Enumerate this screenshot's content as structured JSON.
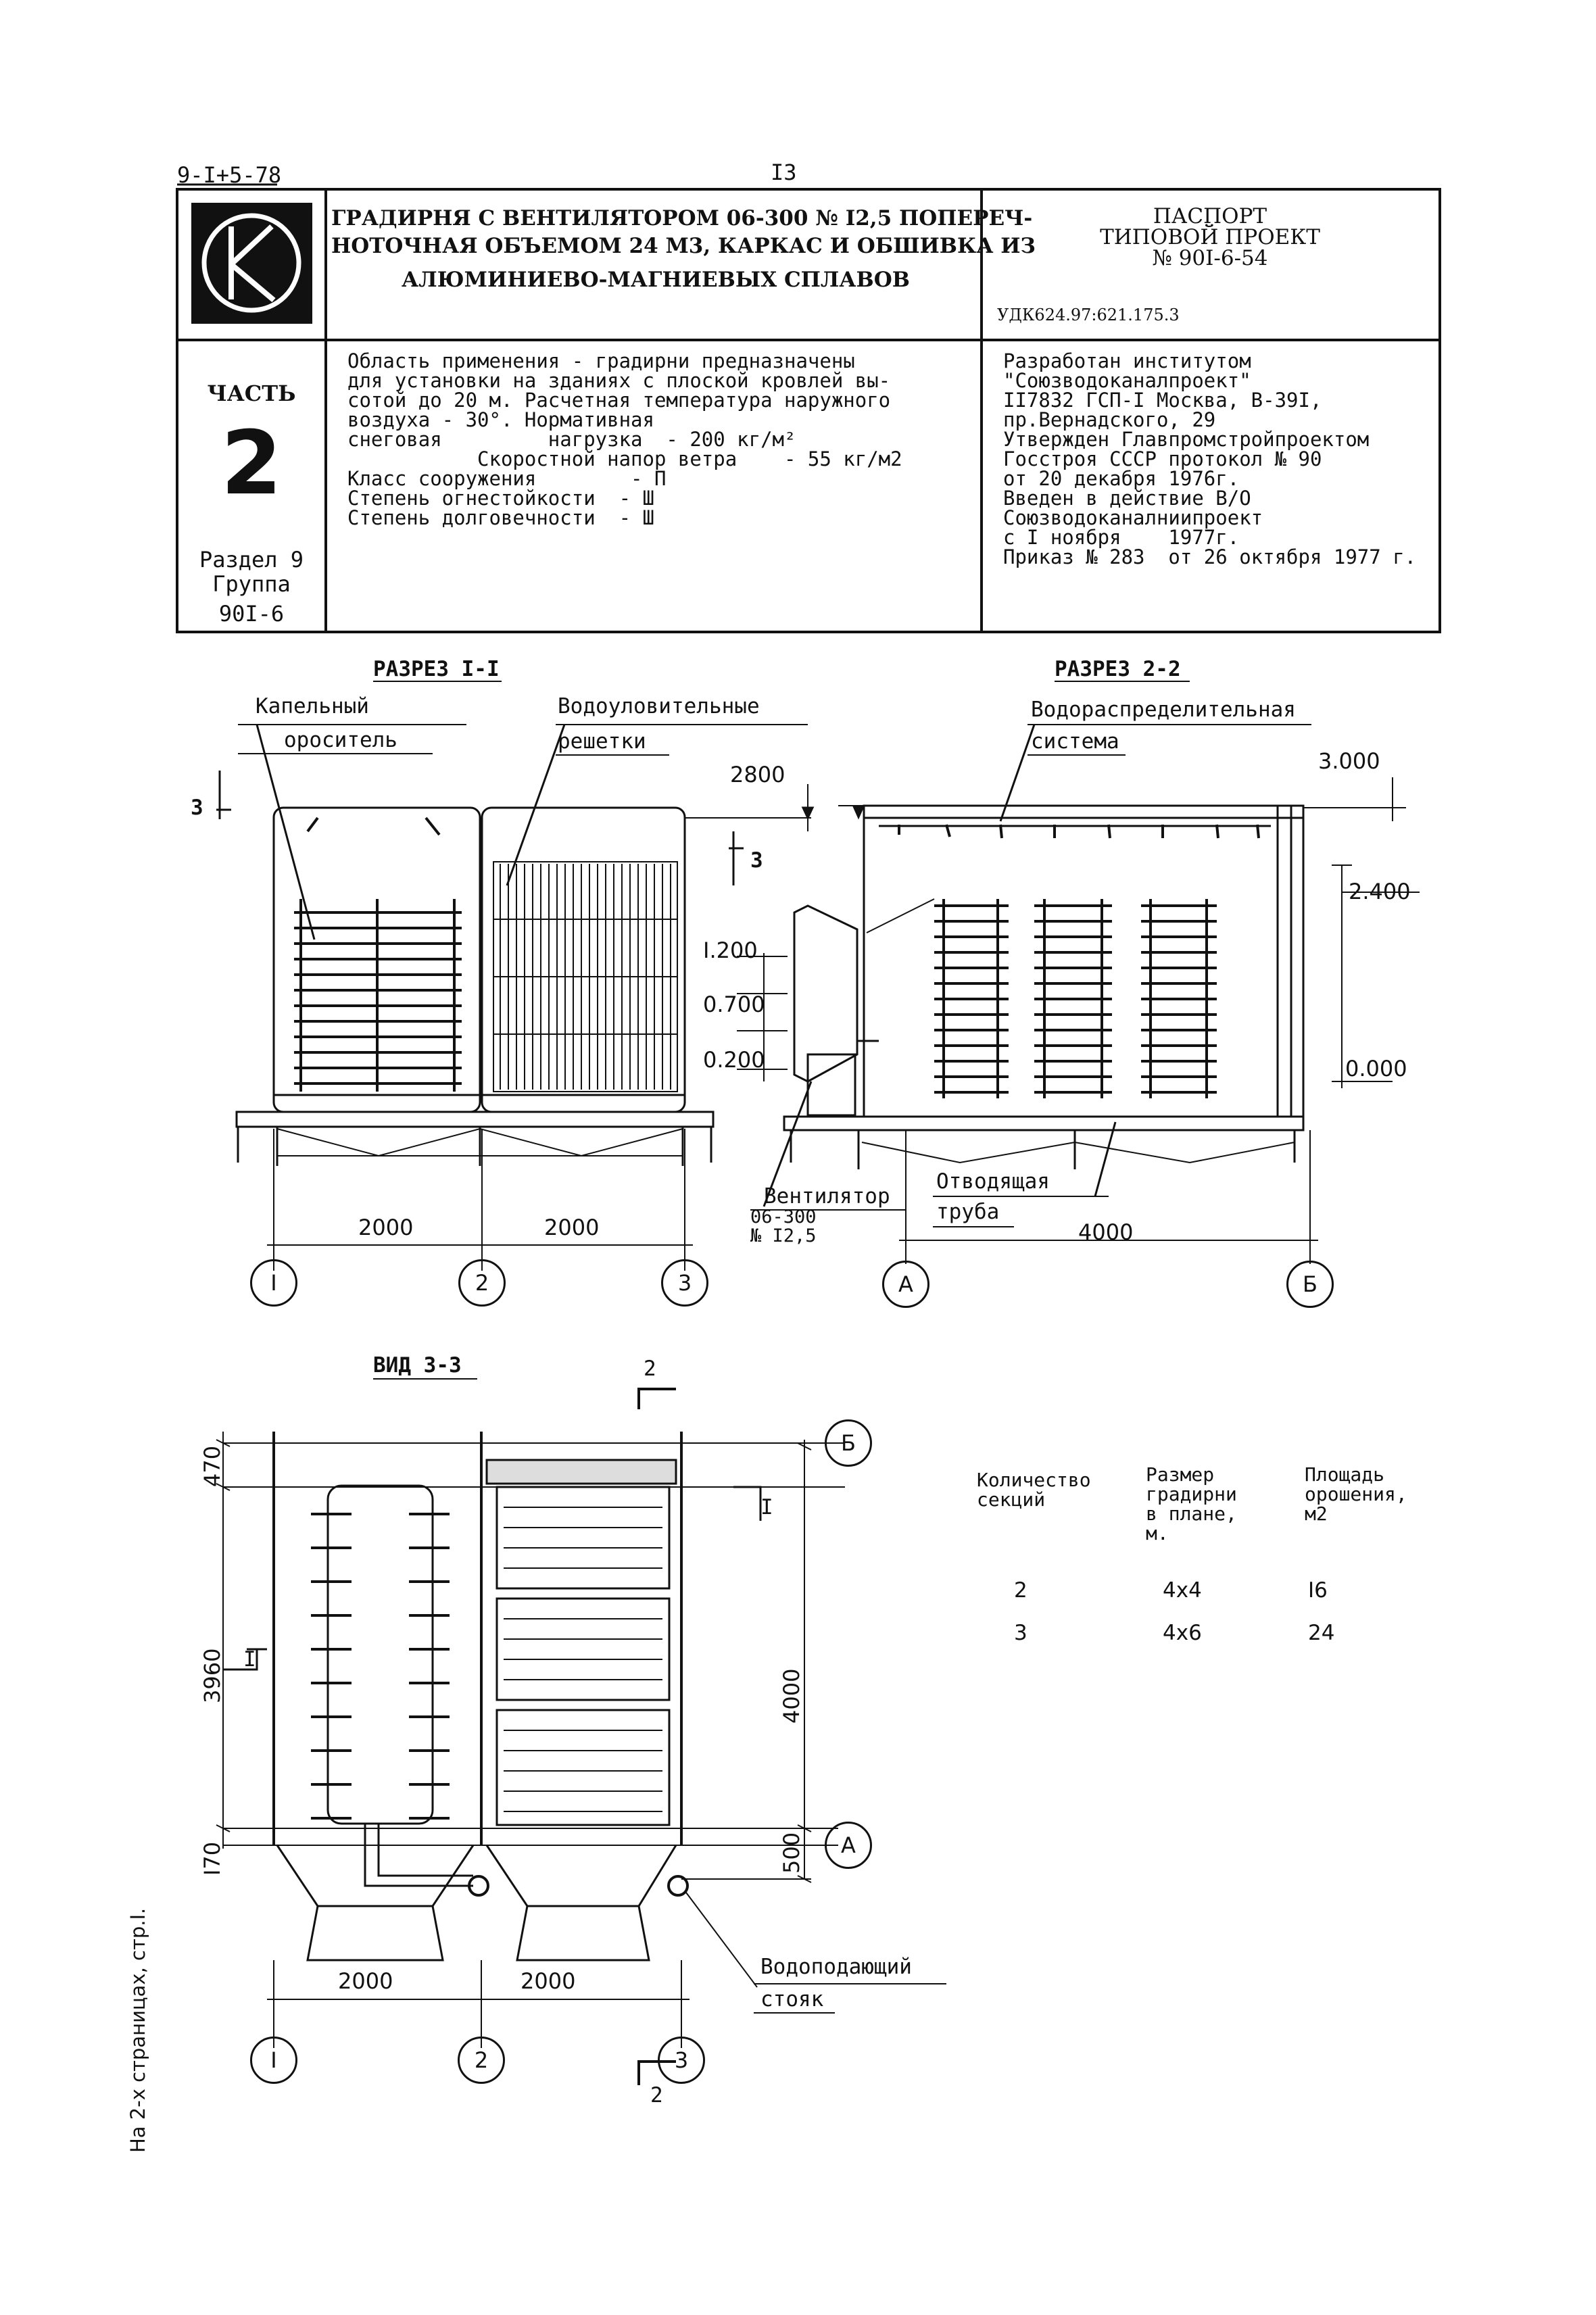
{
  "sheet": {
    "code": "9-I+5-78",
    "page_number": "I3",
    "side_note": "На 2-х страницах, стр.I."
  },
  "header": {
    "logo_text": "СК",
    "title_lines": [
      "ГРАДИРНЯ С ВЕНТИЛЯТОРОМ 06-300 № I2,5 ПОПЕРЕЧ-",
      "НОТОЧНАЯ ОБЪЕМОМ 24 М3, КАРКАС И ОБШИВКА ИЗ",
      "АЛЮМИНИЕВО-МАГНИЕВЫХ СПЛАВОВ"
    ],
    "passport_lines": [
      "ПАСПОРТ",
      "ТИПОВОЙ ПРОЕКТ",
      "№ 90I-6-54"
    ],
    "udk": "УДК624.97:621.175.3"
  },
  "part_box": {
    "part_label": "ЧАСТЬ",
    "part_number": "2",
    "section_lines": [
      "Раздел 9",
      "Группа",
      "90I-6"
    ]
  },
  "application": {
    "lines": [
      "Область применения - градирни предназначены",
      "для установки на зданиях с плоской кровлей вы-",
      "сотой до 20 м. Расчетная температура наружного",
      "воздуха - 30°. Нормативная",
      "снеговая         нагрузка  - 200 кг/м²",
      "           Скоростной напор ветра    - 55 кг/м2",
      "Класс сооружения        - П",
      "Степень огнестойкости  - Ш",
      "Степень долговечности  - Ш"
    ]
  },
  "developer": {
    "lines": [
      "Разработан институтом",
      "\"Союзводоканалпроект\"",
      "II7832 ГСП-I Москва, В-39I,",
      "пр.Вернадского, 29",
      "Утвержден Главпромстройпроектом",
      "Госстроя СССР протокол № 90",
      "от 20 декабря 1976г.",
      "Введен в действие В/О",
      "Союзводоканалниипроект",
      "с I ноября    1977г.",
      "Приказ № 283  от 26 октября 1977 г."
    ]
  },
  "section_1": {
    "title": "РАЗРЕЗ I-I",
    "labels": {
      "drip": [
        "Капельный",
        "ороситель"
      ],
      "grids": [
        "Водоуловительные",
        "решетки"
      ],
      "cut_mark": "3",
      "cut_mark_right": "3"
    },
    "dims": {
      "top_gap": "2800",
      "h1": "I.200",
      "h2": "0.700",
      "h3": "0.200",
      "span1": "2000",
      "span2": "2000"
    },
    "axes": [
      "I",
      "2",
      "3"
    ]
  },
  "section_2": {
    "title": "РАЗРЕЗ 2-2",
    "labels": {
      "distribution": [
        "Водораспределительная",
        "система"
      ],
      "fan": [
        "Вентилятор",
        "06-300",
        "№ I2,5"
      ],
      "drain": [
        "Отводящая",
        "труба"
      ]
    },
    "dims": {
      "top": "3.000",
      "mid": "2.400",
      "zero": "0.000",
      "span": "4000"
    },
    "axes": [
      "А",
      "Б"
    ]
  },
  "view_3": {
    "title": "ВИД 3-3",
    "cut_top": "2",
    "cut_bottom": "2",
    "cut_left": "I",
    "cut_right": "I",
    "dims": {
      "top": "470",
      "main": "3960",
      "bottom": "I70",
      "right_main": "4000",
      "right_bottom": "500",
      "span1": "2000",
      "span2": "2000"
    },
    "axes_bottom": [
      "I",
      "2",
      "3"
    ],
    "axes_right": [
      "Б",
      "А"
    ],
    "riser": [
      "Водоподающий",
      "стояк"
    ]
  },
  "table": {
    "headers": [
      [
        "Количество",
        "секций"
      ],
      [
        "Размер",
        "градирни",
        "в плане,",
        "м."
      ],
      [
        "Площадь",
        "орошения,",
        "м2"
      ]
    ],
    "rows": [
      [
        "2",
        "4x4",
        "I6"
      ],
      [
        "3",
        "4x6",
        "24"
      ]
    ]
  }
}
